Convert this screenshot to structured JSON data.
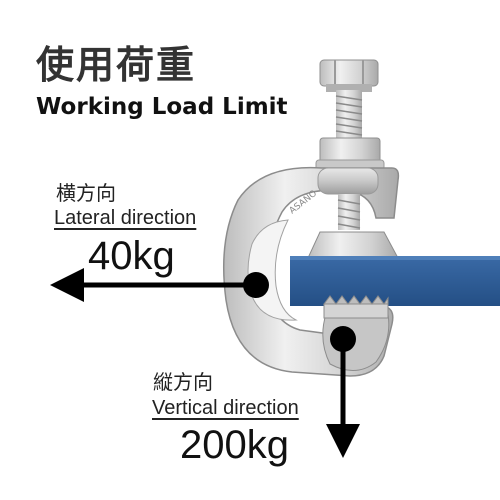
{
  "title": {
    "japanese": "使用荷重",
    "english": "Working Load Limit"
  },
  "lateral": {
    "label_jp": "横方向",
    "label_en": "Lateral direction",
    "load": "40kg"
  },
  "vertical": {
    "label_jp": "縦方向",
    "label_en": "Vertical direction",
    "load": "200kg"
  },
  "product": {
    "brand_mark": "ASANO"
  },
  "colors": {
    "beam": "#2f5f98",
    "clamp": "#d9d9d9",
    "arrow": "#000000"
  },
  "icons": [
    "lateral-arrow-icon",
    "vertical-arrow-icon",
    "clamp-illustration"
  ]
}
